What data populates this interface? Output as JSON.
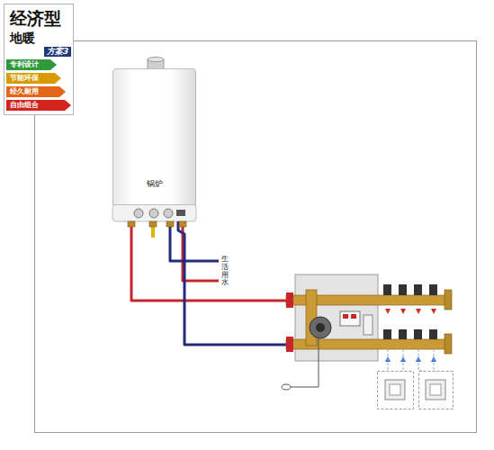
{
  "diagram": {
    "nodes": [
      {
        "text": [
          "经济型",
          "地暖",
          "方案3"
        ]
      },
      {
        "text": [
          "专利设计"
        ],
        "in": 0
      },
      {
        "text": [
          "节能环保"
        ],
        "in": 0
      },
      {
        "text": [
          "经久耐用"
        ],
        "in": 0
      },
      {
        "text": [
          "自由组合"
        ],
        "in": 0
      },
      {
        "text": [
          "锅炉"
        ]
      }
    ],
    "labels": [
      "生活用水"
    ]
  }
}
